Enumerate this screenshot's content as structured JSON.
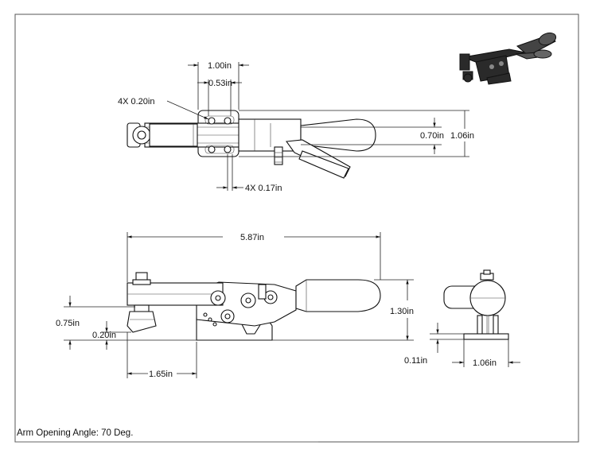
{
  "dimensions": {
    "top_width_outer": "1.00in",
    "top_width_inner": "0.53in",
    "top_holes": "4X 0.20in",
    "top_height_inner": "0.70in",
    "top_height_outer": "1.06in",
    "bottom_holes": "4X 0.17in",
    "overall_length": "5.87in",
    "side_height": "1.30in",
    "spindle_height": "0.75in",
    "spindle_offset": "0.20in",
    "spindle_reach": "1.65in",
    "end_base_thickness": "0.11in",
    "end_base_width": "1.06in"
  },
  "caption": "Arm Opening Angle: 70 Deg."
}
